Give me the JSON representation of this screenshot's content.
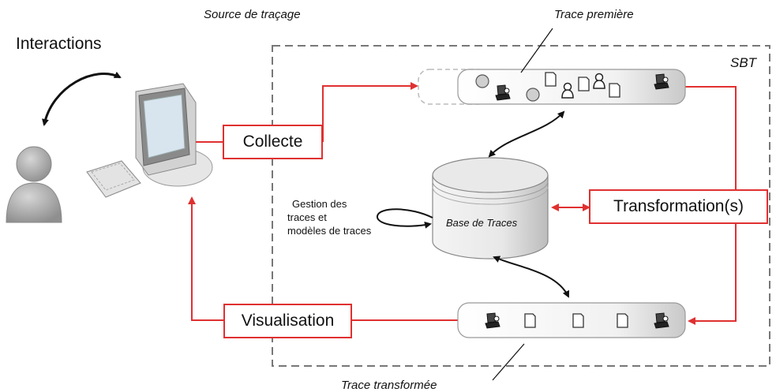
{
  "labels": {
    "interactions": "Interactions",
    "source": "Source de traçage",
    "trace_premiere": "Trace première",
    "sbt": "SBT",
    "collecte": "Collecte",
    "base": "Base de Traces",
    "gestion": [
      "Gestion des",
      "traces et",
      "modèles de traces"
    ],
    "transformation": "Transformation(s)",
    "visualisation": "Visualisation",
    "trace_transformee": "Trace transformée"
  },
  "colors": {
    "accent": "#e03030",
    "frame": "#777777"
  },
  "icons": {
    "top_trace": [
      "circle-icon",
      "observer-icon",
      "circle-icon",
      "document-icon",
      "person-icon",
      "document-icon",
      "person-icon",
      "document-icon",
      "observer-icon"
    ],
    "bottom_trace": [
      "observer-icon",
      "document-icon",
      "document-icon",
      "document-icon",
      "observer-icon"
    ]
  }
}
